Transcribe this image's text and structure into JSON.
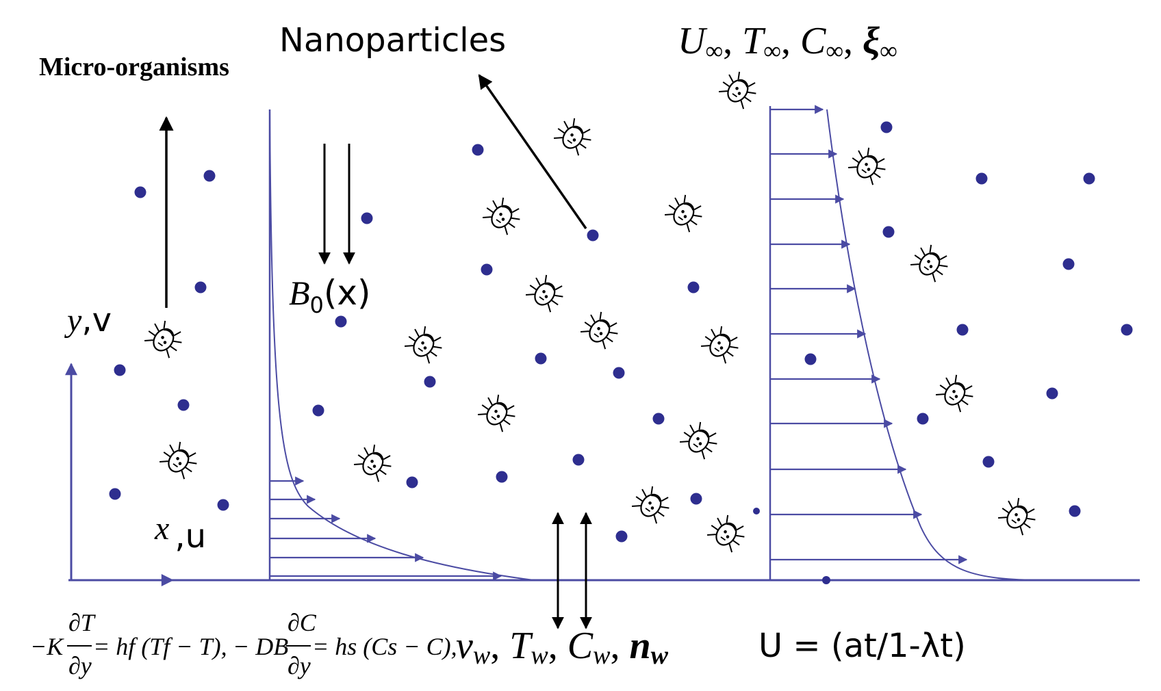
{
  "labels": {
    "micro_organisms": "Micro-organisms",
    "nanoparticles": "Nanoparticles",
    "free_stream": {
      "U": "U",
      "T": "T",
      "C": "C",
      "xi": "ξ",
      "sub": "∞"
    },
    "magnetic_field": {
      "B": "B",
      "sub": "0",
      "arg": "(x)"
    },
    "y_axis": {
      "var": "y",
      "comp": ",v"
    },
    "x_axis": {
      "var": "x",
      "comp": ",u"
    },
    "wall_conditions": {
      "v": "v",
      "T": "T",
      "C": "C",
      "n": "n",
      "sub": "w"
    },
    "velocity": "U = (at/1-λt)",
    "bc_thermal": {
      "lhs": "−K",
      "num": "∂T",
      "den": "∂y",
      "rhs": "= hf (Tf − T),"
    },
    "bc_concentration": {
      "lhs": "− DB",
      "num": "∂C",
      "den": "∂y",
      "rhs": "= hs (Cs − C),"
    }
  },
  "colors": {
    "flow": "#4b4ba3",
    "particle": "#2e2e8f",
    "ink": "#000000"
  },
  "icons": {
    "organism": "bacterium-icon",
    "particle": "nanoparticle-dot"
  }
}
